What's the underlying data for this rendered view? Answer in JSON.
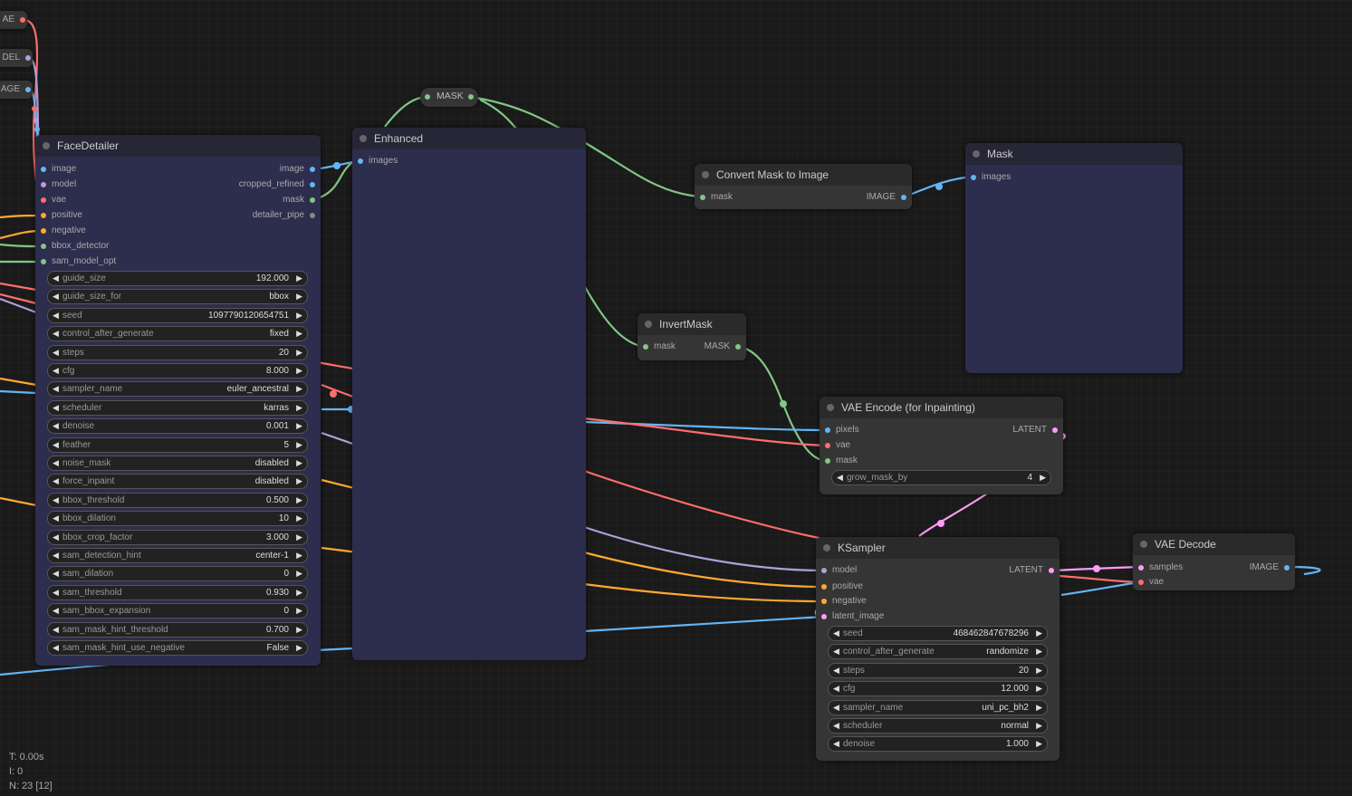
{
  "colors": {
    "image": "#64b5f6",
    "model": "#b39ddb",
    "vae": "#ff6e6e",
    "conditioning": "#ffa931",
    "mask": "#81c784",
    "latent": "#ff9cf9",
    "pipe": "#888888"
  },
  "partial_nodes": {
    "vae_label": "AE",
    "model_label": "DEL",
    "image_label": "AGE"
  },
  "reroute": {
    "label": "MASK"
  },
  "face_detailer": {
    "title": "FaceDetailer",
    "inputs": [
      "image",
      "model",
      "vae",
      "positive",
      "negative",
      "bbox_detector",
      "sam_model_opt"
    ],
    "outputs": [
      "image",
      "cropped_refined",
      "mask",
      "detailer_pipe"
    ],
    "widgets": [
      {
        "name": "guide_size",
        "value": "192.000"
      },
      {
        "name": "guide_size_for",
        "value": "bbox"
      },
      {
        "name": "seed",
        "value": "1097790120654751"
      },
      {
        "name": "control_after_generate",
        "value": "fixed"
      },
      {
        "name": "steps",
        "value": "20"
      },
      {
        "name": "cfg",
        "value": "8.000"
      },
      {
        "name": "sampler_name",
        "value": "euler_ancestral"
      },
      {
        "name": "scheduler",
        "value": "karras"
      },
      {
        "name": "denoise",
        "value": "0.001"
      },
      {
        "name": "feather",
        "value": "5"
      },
      {
        "name": "noise_mask",
        "value": "disabled"
      },
      {
        "name": "force_inpaint",
        "value": "disabled"
      },
      {
        "name": "bbox_threshold",
        "value": "0.500"
      },
      {
        "name": "bbox_dilation",
        "value": "10"
      },
      {
        "name": "bbox_crop_factor",
        "value": "3.000"
      },
      {
        "name": "sam_detection_hint",
        "value": "center-1"
      },
      {
        "name": "sam_dilation",
        "value": "0"
      },
      {
        "name": "sam_threshold",
        "value": "0.930"
      },
      {
        "name": "sam_bbox_expansion",
        "value": "0"
      },
      {
        "name": "sam_mask_hint_threshold",
        "value": "0.700"
      },
      {
        "name": "sam_mask_hint_use_negative",
        "value": "False"
      }
    ]
  },
  "enhanced": {
    "title": "Enhanced",
    "input": "images"
  },
  "convert_mask": {
    "title": "Convert Mask to Image",
    "input": "mask",
    "output": "IMAGE"
  },
  "mask_preview": {
    "title": "Mask",
    "input": "images"
  },
  "invert_mask": {
    "title": "InvertMask",
    "input": "mask",
    "output": "MASK"
  },
  "vae_encode": {
    "title": "VAE Encode (for Inpainting)",
    "inputs": [
      "pixels",
      "vae",
      "mask"
    ],
    "output": "LATENT",
    "widgets": [
      {
        "name": "grow_mask_by",
        "value": "4"
      }
    ]
  },
  "ksampler": {
    "title": "KSampler",
    "inputs": [
      "model",
      "positive",
      "negative",
      "latent_image"
    ],
    "output": "LATENT",
    "widgets": [
      {
        "name": "seed",
        "value": "468462847678296"
      },
      {
        "name": "control_after_generate",
        "value": "randomize"
      },
      {
        "name": "steps",
        "value": "20"
      },
      {
        "name": "cfg",
        "value": "12.000"
      },
      {
        "name": "sampler_name",
        "value": "uni_pc_bh2"
      },
      {
        "name": "scheduler",
        "value": "normal"
      },
      {
        "name": "denoise",
        "value": "1.000"
      }
    ]
  },
  "vae_decode": {
    "title": "VAE Decode",
    "inputs": [
      "samples",
      "vae"
    ],
    "output": "IMAGE"
  },
  "stats": {
    "time": "T: 0.00s",
    "iter": "I: 0",
    "nodes": "N: 23 [12]"
  }
}
